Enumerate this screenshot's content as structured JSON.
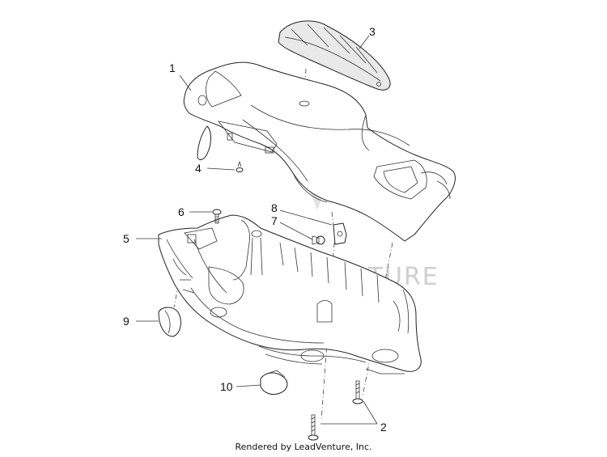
{
  "callouts": {
    "c1": "1",
    "c2": "2",
    "c3": "3",
    "c4": "4",
    "c5": "5",
    "c6": "6",
    "c7": "7",
    "c8": "8",
    "c9": "9",
    "c10": "10"
  },
  "watermark": "LEADVENTURE",
  "footer": "Rendered by LeadVenture, Inc."
}
